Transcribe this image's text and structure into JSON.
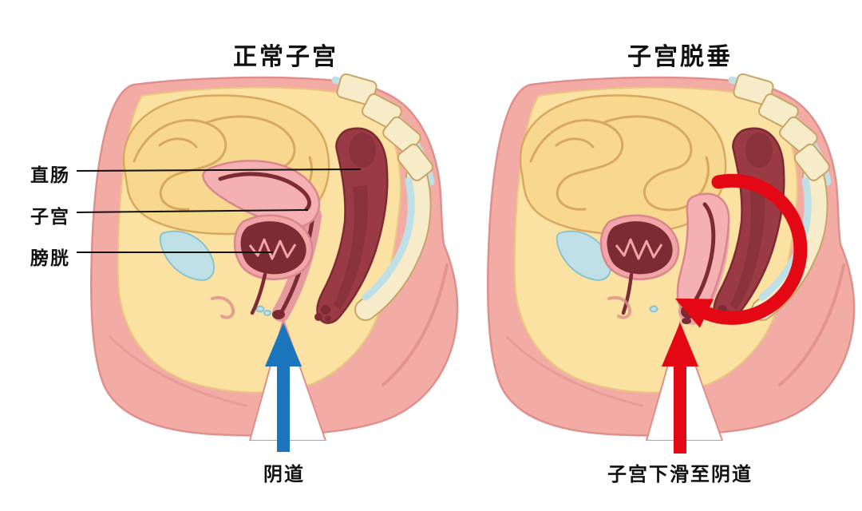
{
  "panels": {
    "left": {
      "title": "正常子宫",
      "caption": "阴道"
    },
    "right": {
      "title": "子宫脱垂",
      "caption": "子宫下滑至阴道"
    }
  },
  "labels": [
    {
      "text": "直肠"
    },
    {
      "text": "子宫"
    },
    {
      "text": "膀胱"
    }
  ],
  "colors": {
    "text": "#111111",
    "label_line": "#111111",
    "arrow_blue": "#1b75bc",
    "arrow_red": "#e30814",
    "body_skin": "#f3aba6",
    "body_outline": "#df8f8c",
    "cavity": "#fbe2a2",
    "cavity_outline": "#eac87c",
    "intestine": "#f8d78e",
    "intestine_line": "#d9a85f",
    "bone": "#f6ecca",
    "bone_outline": "#c7a567",
    "cartilage": "#bfe0e6",
    "cartilage_outline": "#8cc3cd",
    "organ_dark": "#9a3a44",
    "organ_darker": "#7c2b34",
    "uterus_pink": "#f4b0b3",
    "uterus_outline": "#d9878c",
    "vagina_wall": "#e59a9e",
    "bladder_ring": "#f2a5a8"
  }
}
